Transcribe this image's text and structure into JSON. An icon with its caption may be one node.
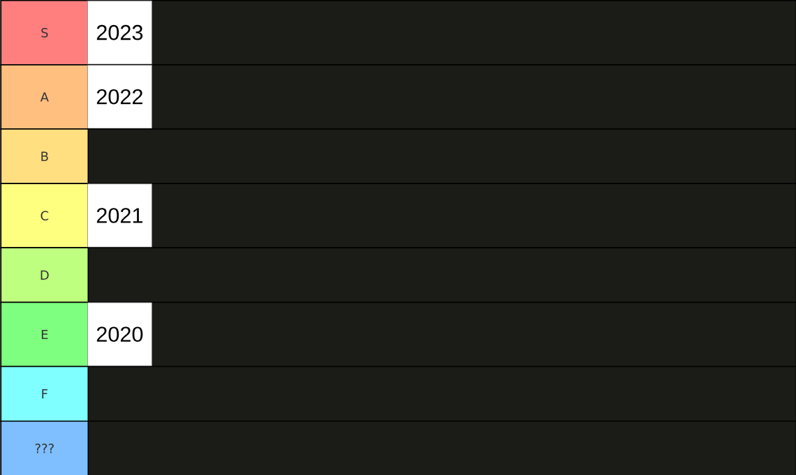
{
  "diagram": {
    "nodes": [
      {
        "text": [
          "S"
        ]
      },
      {
        "text": [
          "2023"
        ],
        "in": 0
      },
      {
        "text": [
          "A"
        ]
      },
      {
        "text": [
          "2022"
        ],
        "in": 2
      },
      {
        "text": [
          "B"
        ]
      },
      {
        "text": [
          "C"
        ]
      },
      {
        "text": [
          "2021"
        ],
        "in": 5
      },
      {
        "text": [
          "D"
        ]
      },
      {
        "text": [
          "E"
        ]
      },
      {
        "text": [
          "2020"
        ],
        "in": 8
      },
      {
        "text": [
          "F"
        ]
      },
      {
        "text": [
          "???"
        ]
      }
    ]
  }
}
